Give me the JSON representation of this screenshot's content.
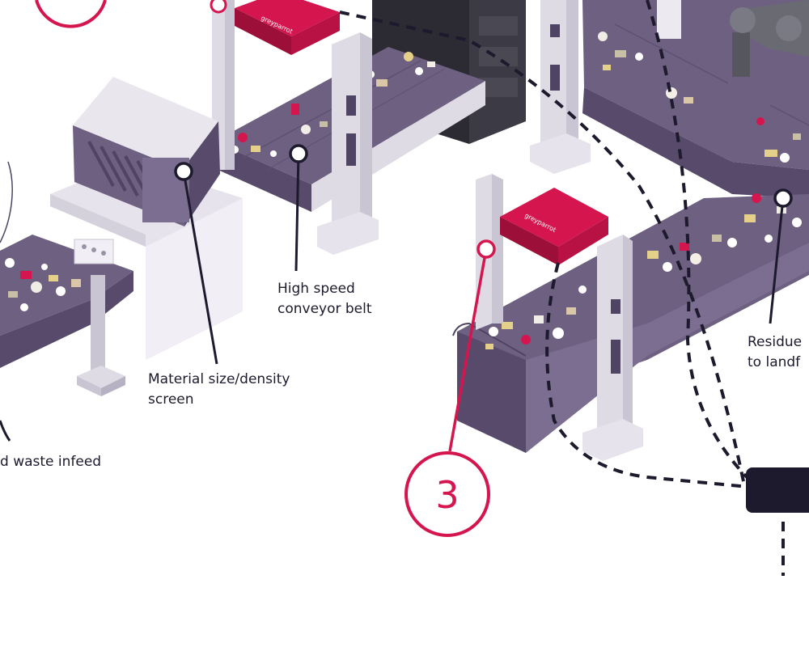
{
  "labels": {
    "high_speed_belt": "High speed\nconveyor belt",
    "size_density_screen": "Material size/density\nscreen",
    "waste_infeed": "d waste infeed",
    "residue": "Residue\nto landf"
  },
  "step_number": "3",
  "scanner_brand": "greyparrot",
  "colors": {
    "accent": "#d5164e",
    "belt": "#6e6081",
    "belt_dark": "#574a6b",
    "machine_gray": "#e6e3ec",
    "ink": "#1d1a2e"
  }
}
